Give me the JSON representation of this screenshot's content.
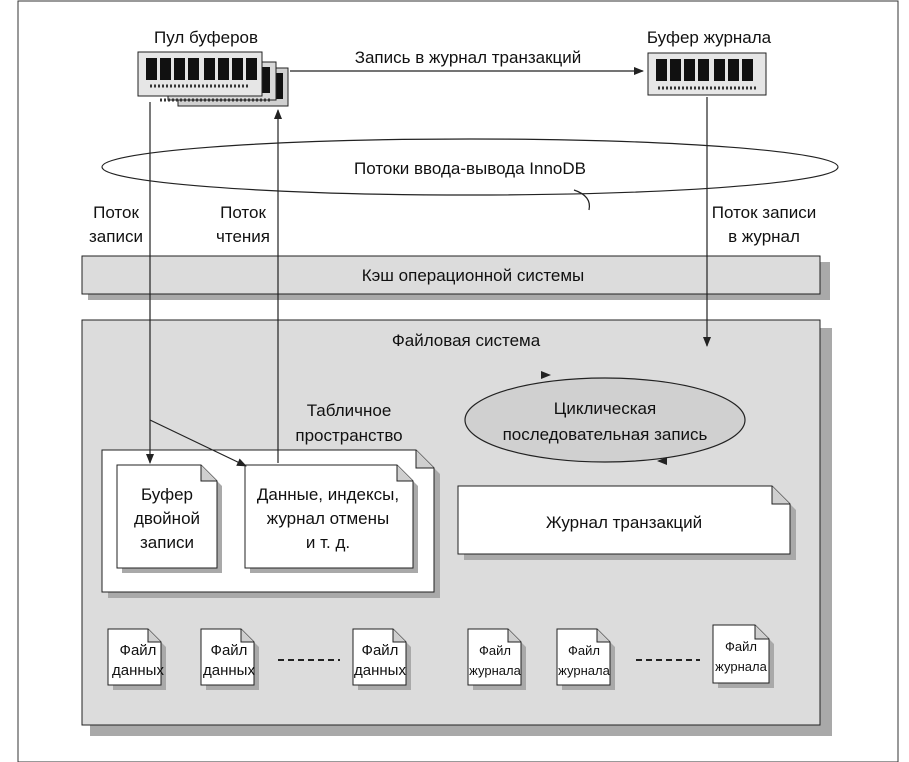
{
  "colors": {
    "panel_fill": "#dcdcdc",
    "shadow": "#a9a9a9",
    "stroke": "#222222",
    "background": "#ffffff"
  },
  "buffer_pool": {
    "label": "Пул буферов"
  },
  "log_buffer": {
    "label": "Буфер журнала"
  },
  "top_arrow": {
    "label": "Запись в журнал транзакций"
  },
  "io_threads": {
    "label": "Потоки ввода-вывода InnoDB"
  },
  "write_thread": {
    "line1": "Поток",
    "line2": "записи"
  },
  "read_thread": {
    "line1": "Поток",
    "line2": "чтения"
  },
  "log_write_thread": {
    "line1": "Поток записи",
    "line2": "в журнал"
  },
  "os_cache": {
    "label": "Кэш операционной системы"
  },
  "filesystem": {
    "label": "Файловая система"
  },
  "tablespace": {
    "line1": "Табличное",
    "line2": "пространство",
    "doublewrite": {
      "line1": "Буфер",
      "line2": "двойной",
      "line3": "записи"
    },
    "data": {
      "line1": "Данные, индексы,",
      "line2": "журнал отмены",
      "line3": "и т. д."
    }
  },
  "circular": {
    "line1": "Циклическая",
    "line2": "последовательная запись"
  },
  "txn_log": {
    "label": "Журнал транзакций"
  },
  "data_files": [
    {
      "line1": "Файл",
      "line2": "данных"
    },
    {
      "line1": "Файл",
      "line2": "данных"
    },
    {
      "line1": "Файл",
      "line2": "данных"
    }
  ],
  "log_files": [
    {
      "line1": "Файл",
      "line2": "журнала"
    },
    {
      "line1": "Файл",
      "line2": "журнала"
    },
    {
      "line1": "Файл",
      "line2": "журнала"
    }
  ]
}
